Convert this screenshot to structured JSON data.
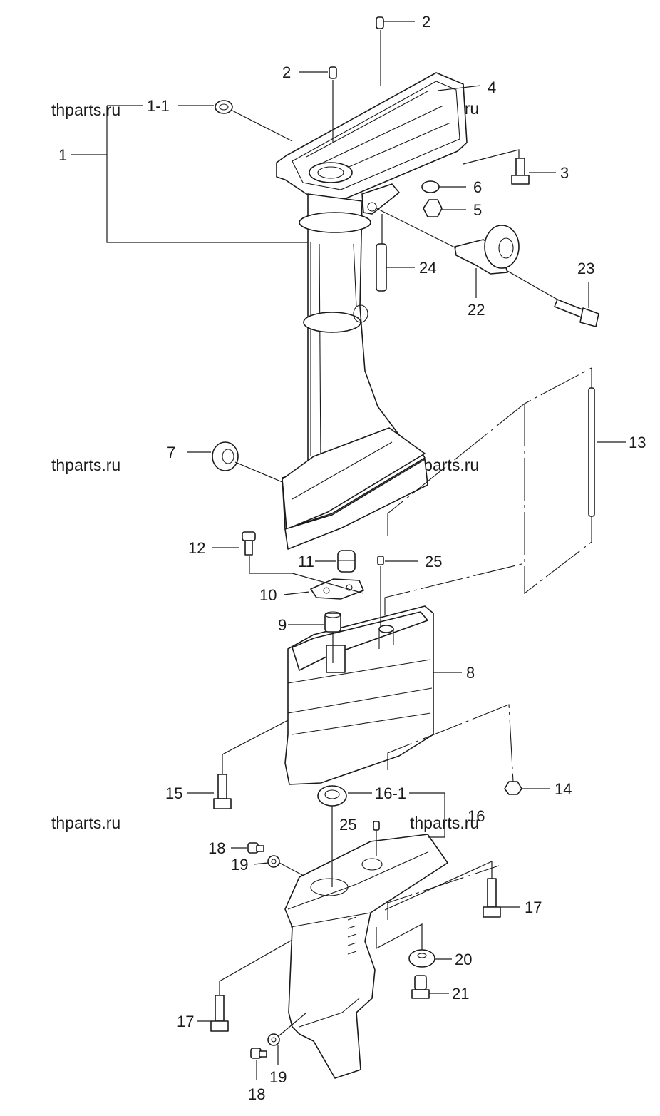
{
  "watermark": "thparts.ru",
  "callouts": {
    "p1": "1",
    "p1_1": "1-1",
    "p2a": "2",
    "p2b": "2",
    "p3": "3",
    "p4": "4",
    "p5": "5",
    "p6": "6",
    "p7": "7",
    "p8": "8",
    "p9": "9",
    "p10": "10",
    "p11": "11",
    "p12": "12",
    "p13": "13",
    "p14": "14",
    "p15": "15",
    "p16": "16",
    "p16_1": "16-1",
    "p17a": "17",
    "p17b": "17",
    "p18a": "18",
    "p18b": "18",
    "p19a": "19",
    "p19b": "19",
    "p20": "20",
    "p21": "21",
    "p22": "22",
    "p23": "23",
    "p24": "24",
    "p25a": "25",
    "p25b": "25"
  }
}
